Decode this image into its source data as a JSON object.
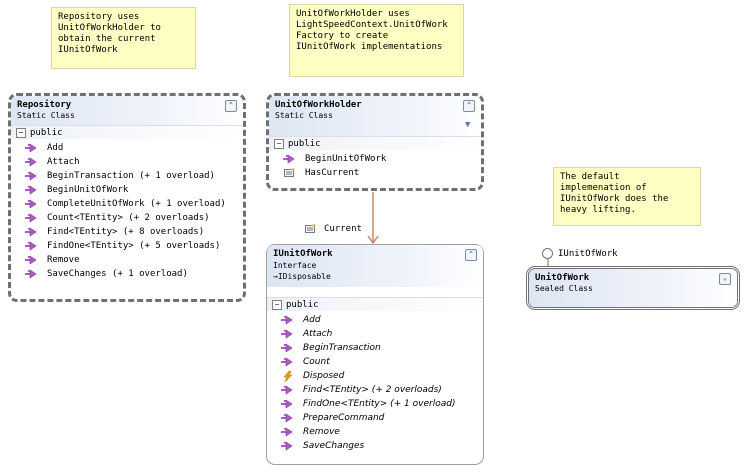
{
  "notes": {
    "repository_note": "Repository uses\nUnitOfWorkHolder to\nobtain the current\nIUnitOfWork",
    "holder_note": "UnitOfWorkHolder uses\nLightSpeedContext.UnitOfWork\nFactory to create\nIUnitOfWork implementations",
    "unitofwork_note": "The default\nimplemenation of\nIUnitOfWork does the\nheavy lifting."
  },
  "repository": {
    "title": "Repository",
    "subtitle": "Static Class",
    "section": "public",
    "members": [
      "Add",
      "Attach",
      "BeginTransaction (+ 1 overload)",
      "BeginUnitOfWork",
      "CompleteUnitOfWork (+ 1 overload)",
      "Count<TEntity> (+ 2 overloads)",
      "Find<TEntity> (+ 8 overloads)",
      "FindOne<TEntity> (+ 5 overloads)",
      "Remove",
      "SaveChanges (+ 1 overload)"
    ]
  },
  "holder": {
    "title": "UnitOfWorkHolder",
    "subtitle": "Static Class",
    "section": "public",
    "members": [
      {
        "name": "BeginUnitOfWork",
        "kind": "method"
      },
      {
        "name": "HasCurrent",
        "kind": "property"
      }
    ]
  },
  "association": {
    "label": "Current"
  },
  "iunitofwork": {
    "title": "IUnitOfWork",
    "subtitle": "Interface",
    "inherits": "IDisposable",
    "section": "public",
    "members": [
      {
        "name": "Add",
        "kind": "method"
      },
      {
        "name": "Attach",
        "kind": "method"
      },
      {
        "name": "BeginTransaction",
        "kind": "method"
      },
      {
        "name": "Count",
        "kind": "method"
      },
      {
        "name": "Disposed",
        "kind": "event"
      },
      {
        "name": "Find<TEntity> (+ 2 overloads)",
        "kind": "method"
      },
      {
        "name": "FindOne<TEntity> (+ 1 overload)",
        "kind": "method"
      },
      {
        "name": "PrepareCommand",
        "kind": "method"
      },
      {
        "name": "Remove",
        "kind": "method"
      },
      {
        "name": "SaveChanges",
        "kind": "method"
      }
    ]
  },
  "unitofwork": {
    "title": "UnitOfWork",
    "subtitle": "Sealed Class",
    "implements": "IUnitOfWork"
  },
  "colors": {
    "method_icon": "#b05bc8",
    "event_icon": "#e0a000",
    "property_icon": "#7a7a7a",
    "connector": "#c98a6a",
    "note_bg": "#ffffc4"
  }
}
